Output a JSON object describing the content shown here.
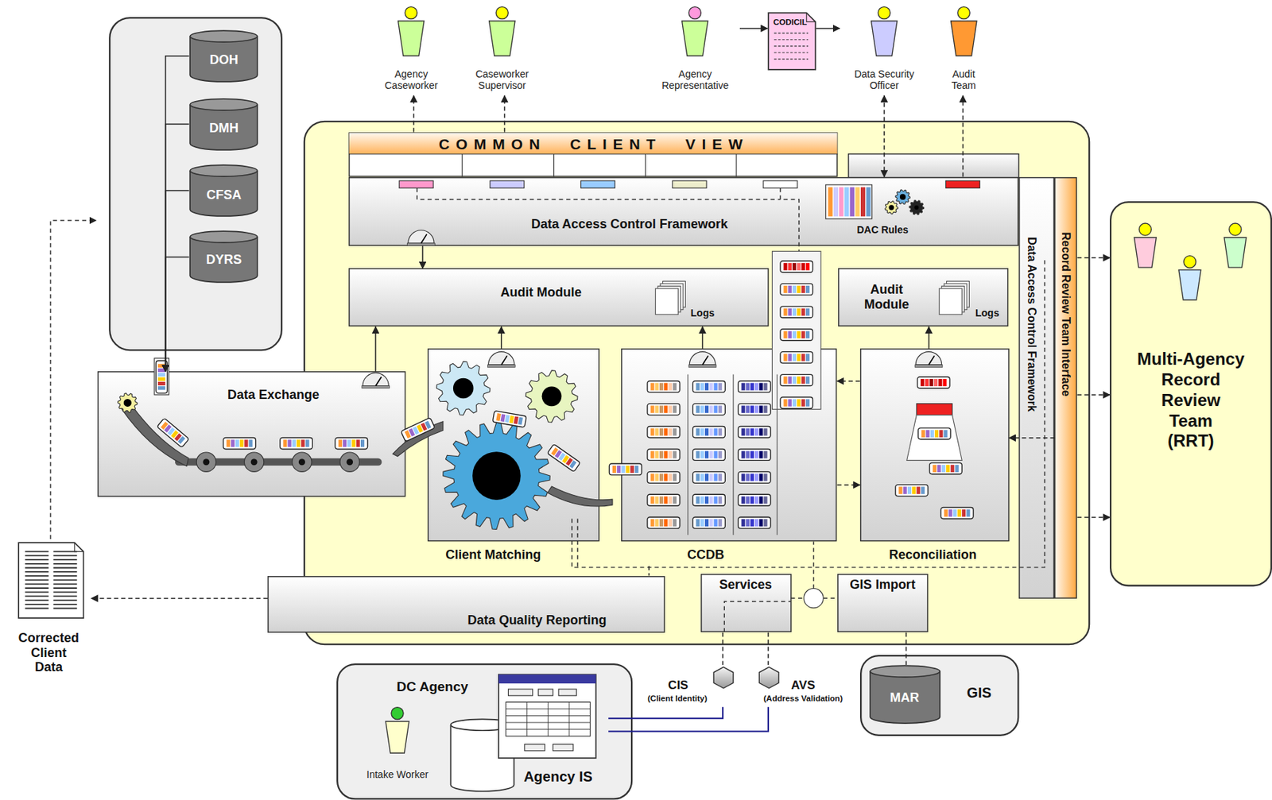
{
  "diagram": {
    "nodes": [
      {
        "text": [
          "DOH"
        ]
      },
      {
        "text": [
          "DMH"
        ]
      },
      {
        "text": [
          "CFSA"
        ]
      },
      {
        "text": [
          "DYRS"
        ]
      },
      {
        "text": [
          "Agency Caseworker"
        ]
      },
      {
        "text": [
          "Caseworker Supervisor"
        ]
      },
      {
        "text": [
          "Agency Representative"
        ]
      },
      {
        "text": [
          "CODICIL"
        ]
      },
      {
        "text": [
          "Data Security Officer"
        ]
      },
      {
        "text": [
          "Audit Team"
        ]
      },
      {
        "text": [
          "COMMON CLIENT VIEW"
        ]
      },
      {
        "text": [
          "Data Access Control Framework",
          "DAC Rules"
        ]
      },
      {
        "text": [
          "Audit Module",
          "Logs"
        ]
      },
      {
        "text": [
          "Audit Module",
          "Logs"
        ]
      },
      {
        "text": [
          "Data Exchange"
        ]
      },
      {
        "text": [
          "Client Matching"
        ]
      },
      {
        "text": [
          "CCDB"
        ]
      },
      {
        "text": [
          "Reconciliation"
        ]
      },
      {
        "text": [
          "Data Access Control Framework"
        ]
      },
      {
        "text": [
          "Record Review Team Interface"
        ]
      },
      {
        "text": [
          "Multi-Agency Record Review Team (RRT)"
        ]
      },
      {
        "text": [
          "Data Quality Reporting"
        ]
      },
      {
        "text": [
          "Services"
        ]
      },
      {
        "text": [
          "GIS Import"
        ]
      },
      {
        "text": [
          "Corrected Client Data"
        ]
      },
      {
        "text": [
          "DC Agency"
        ]
      },
      {
        "text": [
          "Intake Worker"
        ],
        "in": 25
      },
      {
        "text": [
          "Agency IS"
        ],
        "in": 25
      },
      {
        "text": [
          "CIS",
          "(Client Identity)"
        ]
      },
      {
        "text": [
          "AVS",
          "(Address Validation)"
        ]
      },
      {
        "text": [
          "GIS"
        ]
      },
      {
        "text": [
          "MAR"
        ],
        "in": 30
      }
    ],
    "edges": [
      {
        "from": 10,
        "to": 4,
        "arrow": "to"
      },
      {
        "from": 10,
        "to": 5,
        "arrow": "to"
      },
      {
        "from": 6,
        "to": 7,
        "arrow": "to"
      },
      {
        "from": 7,
        "to": 8,
        "arrow": "to"
      },
      {
        "from": 8,
        "to": 11,
        "arrow": "both"
      },
      {
        "from": 11,
        "to": 9,
        "arrow": "to"
      },
      {
        "from": 11,
        "to": 12,
        "arrow": "to"
      },
      {
        "from": 14,
        "to": 12,
        "arrow": "to"
      },
      {
        "from": 15,
        "to": 12,
        "arrow": "to"
      },
      {
        "from": 16,
        "to": 12,
        "arrow": "to"
      },
      {
        "from": 17,
        "to": 13,
        "arrow": "to"
      },
      {
        "from": 0,
        "to": 14,
        "arrow": "to"
      },
      {
        "from": 1,
        "to": 14,
        "arrow": "to"
      },
      {
        "from": 2,
        "to": 14,
        "arrow": "to"
      },
      {
        "from": 3,
        "to": 14,
        "arrow": "to"
      },
      {
        "from": 21,
        "to": 24,
        "arrow": "to"
      },
      {
        "from": 16,
        "to": 17,
        "arrow": "to"
      },
      {
        "from": 17,
        "to": 16,
        "arrow": "to"
      },
      {
        "from": 19,
        "to": 20,
        "arrow": "to"
      },
      {
        "from": 19,
        "to": 20,
        "arrow": "to"
      },
      {
        "from": 19,
        "to": 20,
        "arrow": "to"
      },
      {
        "from": 19,
        "to": 17,
        "arrow": "to"
      },
      {
        "from": 22,
        "to": 28,
        "arrow": "none"
      },
      {
        "from": 22,
        "to": 29,
        "arrow": "none"
      },
      {
        "from": 28,
        "to": 27,
        "arrow": "none"
      },
      {
        "from": 29,
        "to": 27,
        "arrow": "none"
      },
      {
        "from": 23,
        "to": 31,
        "arrow": "none"
      },
      {
        "from": 16,
        "to": 21,
        "arrow": "none"
      }
    ]
  }
}
